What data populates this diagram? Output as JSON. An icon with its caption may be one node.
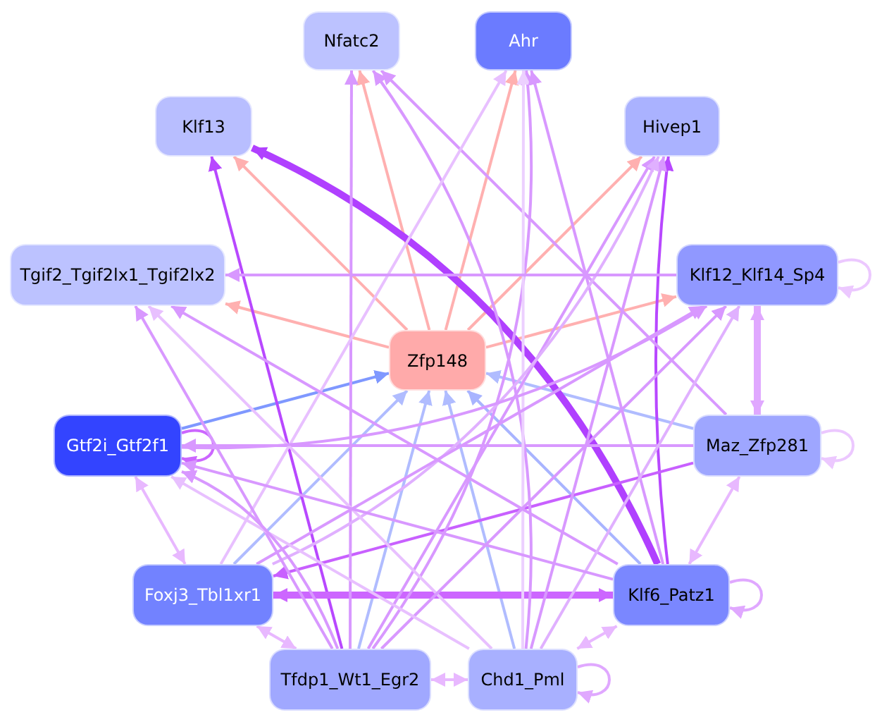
{
  "diagram": {
    "nodes": [
      {
        "text": [
          "Nfatc2"
        ]
      },
      {
        "text": [
          "Ahr"
        ]
      },
      {
        "text": [
          "Klf13"
        ]
      },
      {
        "text": [
          "Hivep1"
        ]
      },
      {
        "text": [
          "Tgif2_Tgif2lx1_Tgif2lx2"
        ]
      },
      {
        "text": [
          "Klf12_Klf14_Sp4"
        ]
      },
      {
        "text": [
          "Zfp148"
        ]
      },
      {
        "text": [
          "Gtf2i_Gtf2f1"
        ]
      },
      {
        "text": [
          "Maz_Zfp281"
        ]
      },
      {
        "text": [
          "Foxj3_Tbl1xr1"
        ]
      },
      {
        "text": [
          "Klf6_Patz1"
        ]
      },
      {
        "text": [
          "Tfdp1_Wt1_Egr2"
        ]
      },
      {
        "text": [
          "Chd1_Pml"
        ]
      }
    ],
    "edges": [
      {
        "from": 6,
        "to": 0,
        "arrow": "to",
        "color": "#ffb0b0"
      },
      {
        "from": 6,
        "to": 1,
        "arrow": "to",
        "color": "#ffb0b0"
      },
      {
        "from": 6,
        "to": 2,
        "arrow": "to",
        "color": "#ffb0b0"
      },
      {
        "from": 6,
        "to": 3,
        "arrow": "to",
        "color": "#ffb0b0"
      },
      {
        "from": 6,
        "to": 4,
        "arrow": "to",
        "color": "#ffb0b0"
      },
      {
        "from": 6,
        "to": 5,
        "arrow": "to",
        "color": "#ffb0b0"
      },
      {
        "from": 7,
        "to": 6,
        "arrow": "to",
        "color": "#7f98ff"
      },
      {
        "from": 9,
        "to": 6,
        "arrow": "to",
        "color": "#b0bcff"
      },
      {
        "from": 11,
        "to": 6,
        "arrow": "to",
        "color": "#b0bcff"
      },
      {
        "from": 12,
        "to": 6,
        "arrow": "to",
        "color": "#b0bcff"
      },
      {
        "from": 10,
        "to": 6,
        "arrow": "to",
        "color": "#a8b4ff"
      },
      {
        "from": 8,
        "to": 6,
        "arrow": "to",
        "color": "#b0bcff"
      },
      {
        "from": 7,
        "to": 7,
        "arrow": "to",
        "color": "#cc66ff"
      },
      {
        "from": 5,
        "to": 5,
        "arrow": "to",
        "color": "#ecc8ff"
      },
      {
        "from": 8,
        "to": 8,
        "arrow": "to",
        "color": "#ecc8ff"
      },
      {
        "from": 10,
        "to": 10,
        "arrow": "to",
        "color": "#e0a8ff"
      },
      {
        "from": 12,
        "to": 12,
        "arrow": "to",
        "color": "#e0a8ff"
      },
      {
        "from": 10,
        "to": 2,
        "arrow": "to",
        "color": "#b040ff",
        "style": "thick"
      },
      {
        "from": 10,
        "to": 3,
        "arrow": "to",
        "color": "#b848ff"
      },
      {
        "from": 11,
        "to": 2,
        "arrow": "to",
        "color": "#b848ff"
      },
      {
        "from": 8,
        "to": 9,
        "arrow": "to",
        "color": "#c860ff"
      },
      {
        "from": 10,
        "to": 9,
        "arrow": "both",
        "color": "#cc66ff",
        "style": "thick"
      },
      {
        "from": 8,
        "to": 7,
        "arrow": "to"
      },
      {
        "from": 7,
        "to": 9,
        "arrow": "both",
        "color": "#e8b8ff"
      },
      {
        "from": 9,
        "to": 11,
        "arrow": "both",
        "color": "#e8b8ff"
      },
      {
        "from": 11,
        "to": 12,
        "arrow": "both",
        "color": "#e8b8ff"
      },
      {
        "from": 12,
        "to": 10,
        "arrow": "both",
        "color": "#e8b8ff"
      },
      {
        "from": 10,
        "to": 8,
        "arrow": "both",
        "color": "#e8b8ff"
      },
      {
        "from": 5,
        "to": 8,
        "arrow": "both",
        "color": "#e0a8ff",
        "style": "thick"
      },
      {
        "from": 11,
        "to": 0,
        "arrow": "to"
      },
      {
        "from": 12,
        "to": 0,
        "arrow": "to"
      },
      {
        "from": 8,
        "to": 0,
        "arrow": "to"
      },
      {
        "from": 11,
        "to": 1,
        "arrow": "to"
      },
      {
        "from": 12,
        "to": 1,
        "arrow": "to",
        "color": "#ecd0ff"
      },
      {
        "from": 10,
        "to": 1,
        "arrow": "to"
      },
      {
        "from": 9,
        "to": 1,
        "arrow": "to",
        "color": "#e8c0ff"
      },
      {
        "from": 11,
        "to": 3,
        "arrow": "to"
      },
      {
        "from": 12,
        "to": 3,
        "arrow": "to"
      },
      {
        "from": 9,
        "to": 3,
        "arrow": "to",
        "color": "#e0b0ff"
      },
      {
        "from": 11,
        "to": 4,
        "arrow": "to"
      },
      {
        "from": 12,
        "to": 4,
        "arrow": "to",
        "color": "#e8c0ff"
      },
      {
        "from": 10,
        "to": 4,
        "arrow": "to"
      },
      {
        "from": 5,
        "to": 4,
        "arrow": "to"
      },
      {
        "from": 11,
        "to": 5,
        "arrow": "to"
      },
      {
        "from": 12,
        "to": 5,
        "arrow": "to",
        "color": "#e0b0ff"
      },
      {
        "from": 9,
        "to": 5,
        "arrow": "to"
      },
      {
        "from": 7,
        "to": 5,
        "arrow": "to"
      },
      {
        "from": 12,
        "to": 7,
        "arrow": "to",
        "color": "#e8c0ff"
      },
      {
        "from": 10,
        "to": 7,
        "arrow": "to"
      },
      {
        "from": 11,
        "to": 7,
        "arrow": "to"
      }
    ]
  }
}
